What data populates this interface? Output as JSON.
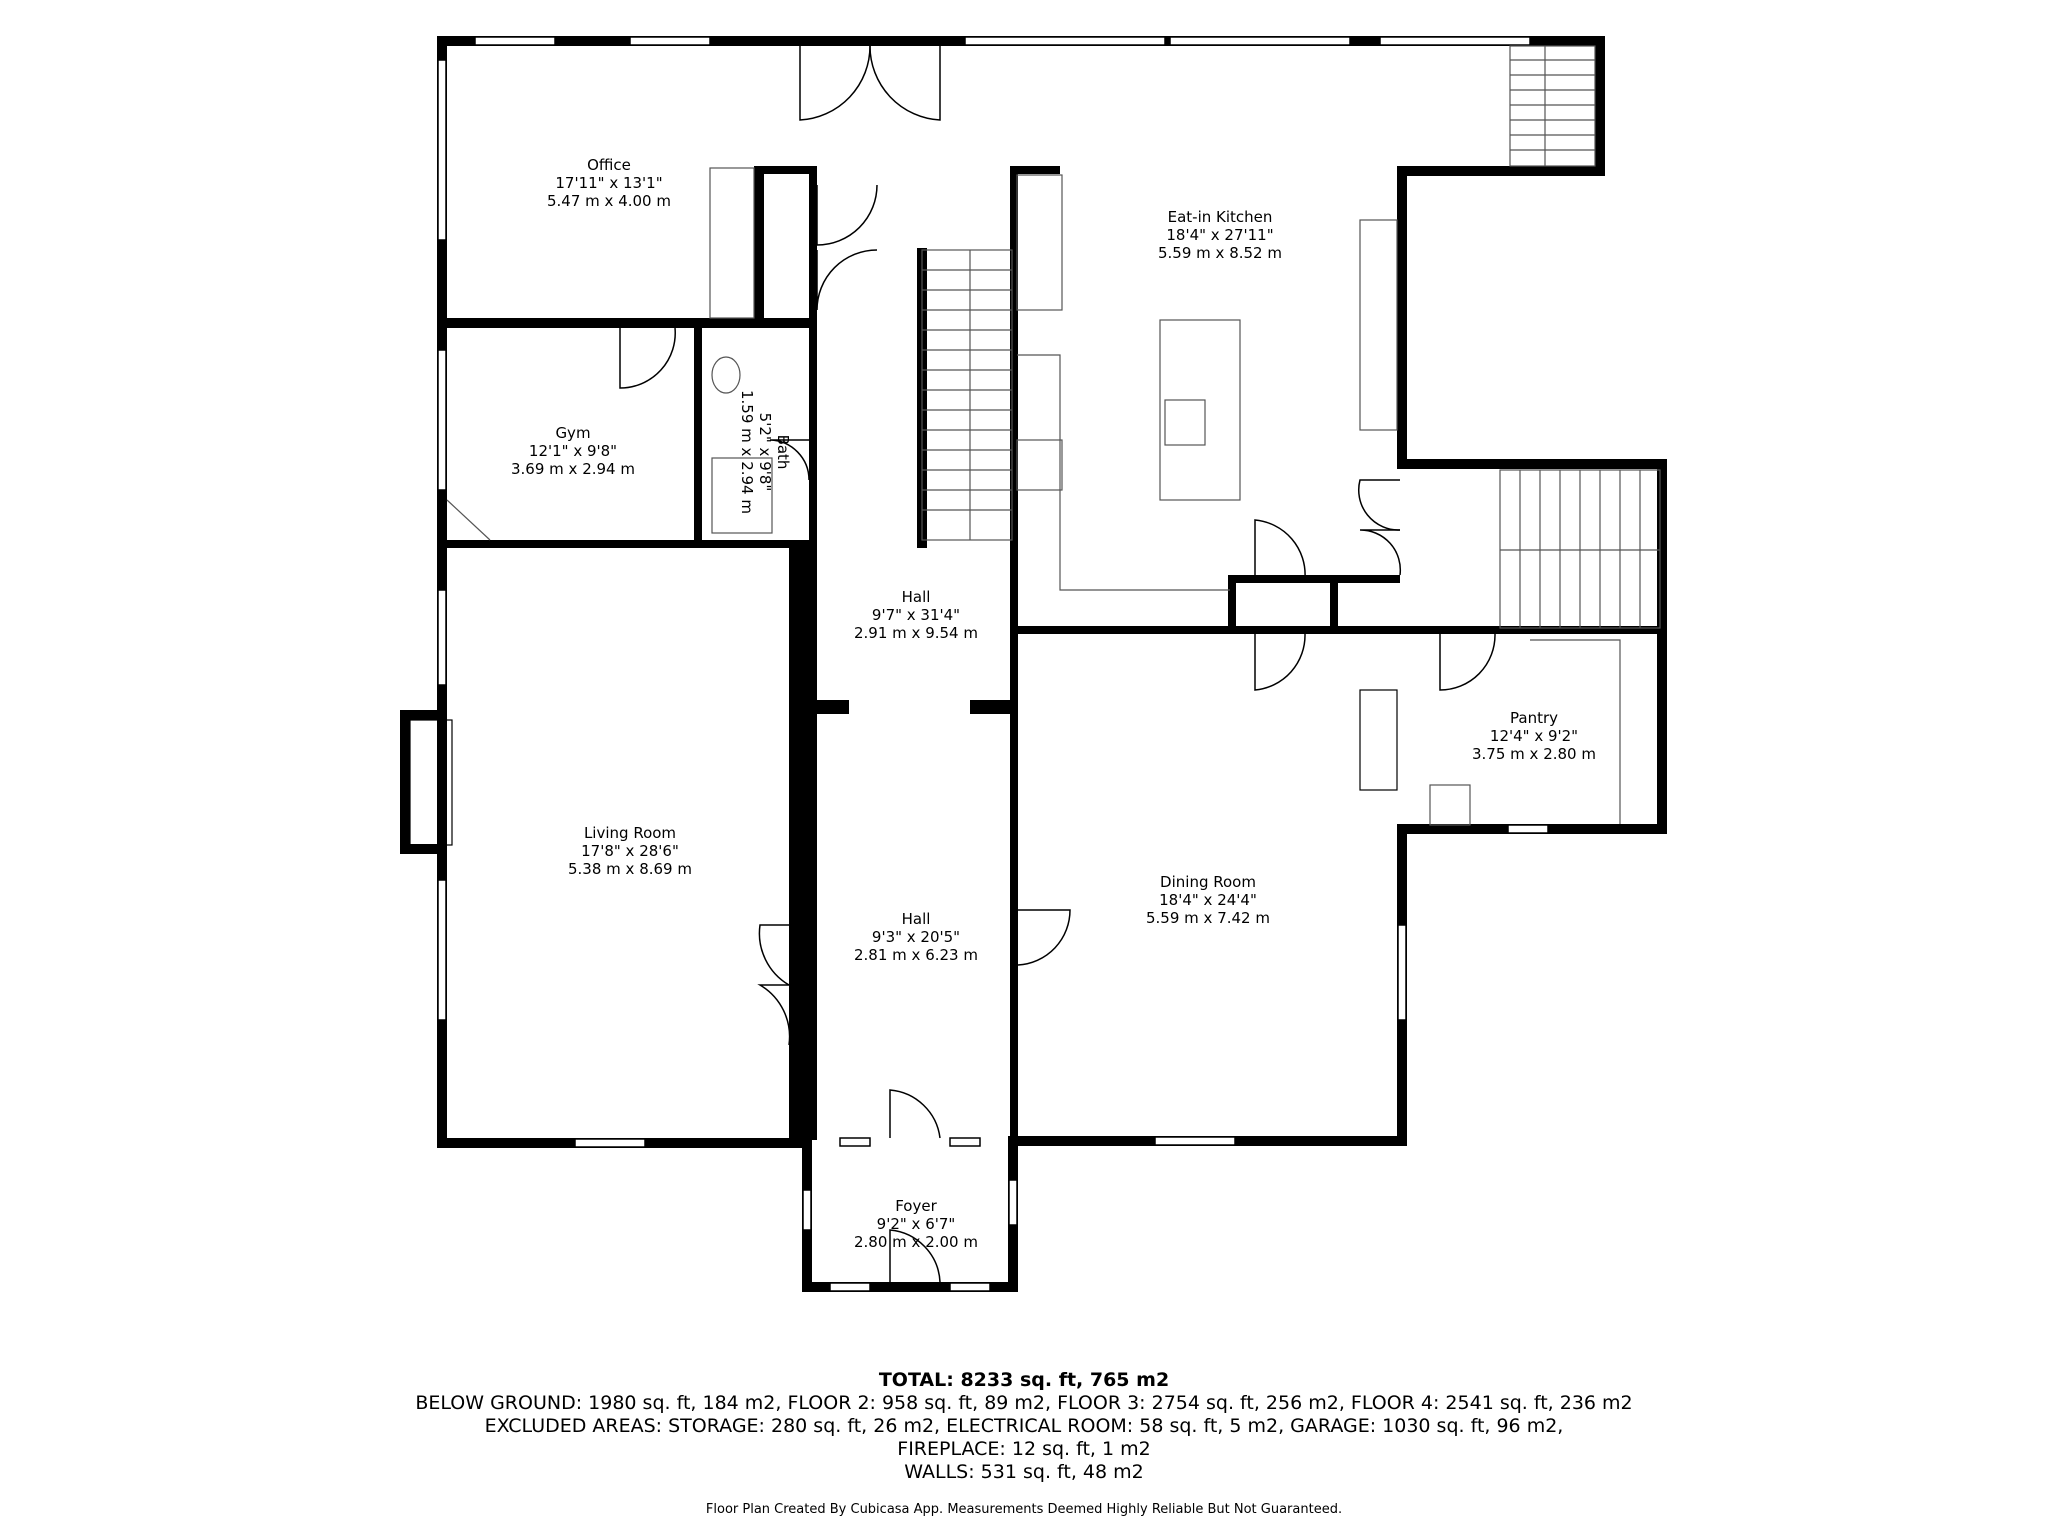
{
  "rooms": [
    {
      "id": "office",
      "name": "Office",
      "imperial": "17'11\" x 13'1\"",
      "metric": "5.47 m x 4.00 m"
    },
    {
      "id": "kitchen",
      "name": "Eat-in Kitchen",
      "imperial": "18'4\" x 27'11\"",
      "metric": "5.59 m x 8.52 m"
    },
    {
      "id": "gym",
      "name": "Gym",
      "imperial": "12'1\" x 9'8\"",
      "metric": "3.69 m x 2.94 m"
    },
    {
      "id": "bath",
      "name": "Bath",
      "imperial": "5'2\" x 9'8\"",
      "metric": "1.59 m x 2.94 m"
    },
    {
      "id": "hall-upper",
      "name": "Hall",
      "imperial": "9'7\" x 31'4\"",
      "metric": "2.91 m x 9.54 m"
    },
    {
      "id": "pantry",
      "name": "Pantry",
      "imperial": "12'4\" x 9'2\"",
      "metric": "3.75 m x 2.80 m"
    },
    {
      "id": "living",
      "name": "Living Room",
      "imperial": "17'8\" x 28'6\"",
      "metric": "5.38 m x 8.69 m"
    },
    {
      "id": "dining",
      "name": "Dining Room",
      "imperial": "18'4\" x 24'4\"",
      "metric": "5.59 m x 7.42 m"
    },
    {
      "id": "hall-lower",
      "name": "Hall",
      "imperial": "9'3\" x 20'5\"",
      "metric": "2.81 m x 6.23 m"
    },
    {
      "id": "foyer",
      "name": "Foyer",
      "imperial": "9'2\" x 6'7\"",
      "metric": "2.80 m x 2.00 m"
    }
  ],
  "summary": {
    "total": "TOTAL: 8233 sq. ft, 765 m2",
    "line1": "BELOW GROUND: 1980 sq. ft, 184 m2, FLOOR 2: 958 sq. ft, 89 m2, FLOOR 3: 2754 sq. ft, 256 m2, FLOOR 4: 2541 sq. ft, 236 m2",
    "line2": "EXCLUDED AREAS: STORAGE: 280 sq. ft, 26 m2, ELECTRICAL ROOM: 58 sq. ft, 5 m2, GARAGE: 1030 sq. ft, 96 m2,",
    "line3": "FIREPLACE: 12 sq. ft, 1 m2",
    "line4": "WALLS: 531 sq. ft, 48 m2"
  },
  "credit": "Floor Plan Created By Cubicasa App. Measurements Deemed Highly Reliable But Not Guaranteed.",
  "colors": {
    "wall": "#000000",
    "fixture": "#555555",
    "background": "#ffffff"
  }
}
